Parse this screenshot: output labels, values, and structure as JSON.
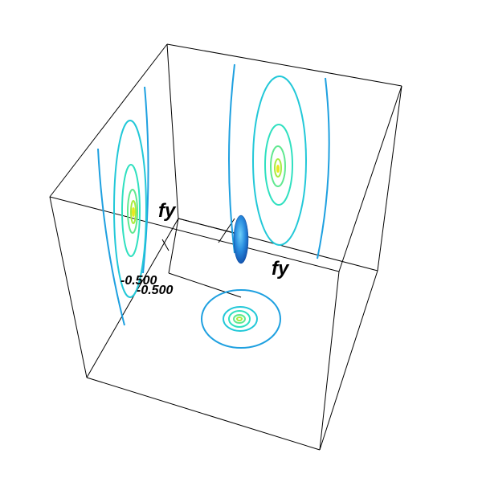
{
  "axis_labels": {
    "left": "fy",
    "right": "fy"
  },
  "tick_labels": {
    "first": "-0.500",
    "second": "-0.500"
  },
  "colors": {
    "background": "#ffffff",
    "box_edges": "#000000",
    "contour_levels": [
      "#1ea0e0",
      "#22c8d8",
      "#30e0c0",
      "#60e890",
      "#a8ec40",
      "#e8e820"
    ],
    "isosurface": "#1a6fd0"
  }
}
